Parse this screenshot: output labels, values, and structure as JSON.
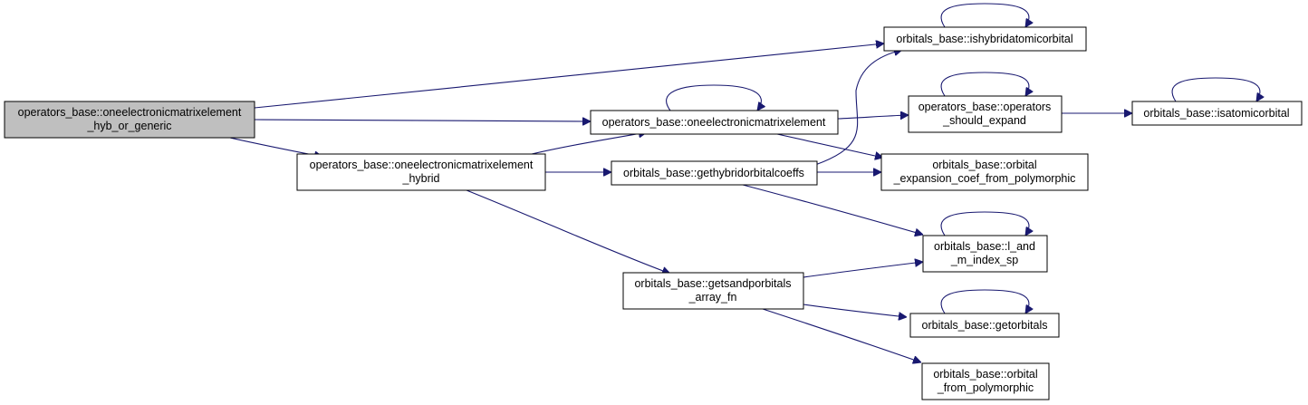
{
  "colors": {
    "edge": "#191970",
    "root_fill": "#bfbfbf",
    "node_fill": "#ffffff",
    "node_border": "#000000"
  },
  "nodes": {
    "root": {
      "lines": [
        "operators_base::oneelectronicmatrixelement",
        "_hyb_or_generic"
      ]
    },
    "hybrid": {
      "lines": [
        "operators_base::oneelectronicmatrixelement",
        "_hybrid"
      ]
    },
    "oneel": {
      "lines": [
        "operators_base::oneelectronicmatrixelement"
      ]
    },
    "gethyb": {
      "lines": [
        "orbitals_base::gethybridorbitalcoeffs"
      ]
    },
    "getsp": {
      "lines": [
        "orbitals_base::getsandporbitals",
        "_array_fn"
      ]
    },
    "ishyb": {
      "lines": [
        "orbitals_base::ishybridatomicorbital"
      ]
    },
    "opexp": {
      "lines": [
        "operators_base::operators",
        "_should_expand"
      ]
    },
    "orbexp": {
      "lines": [
        "orbitals_base::orbital",
        "_expansion_coef_from_polymorphic"
      ]
    },
    "lm": {
      "lines": [
        "orbitals_base::l_and",
        "_m_index_sp"
      ]
    },
    "getorb": {
      "lines": [
        "orbitals_base::getorbitals"
      ]
    },
    "orbfrom": {
      "lines": [
        "orbitals_base::orbital",
        "_from_polymorphic"
      ]
    },
    "isatom": {
      "lines": [
        "orbitals_base::isatomicorbital"
      ]
    }
  }
}
